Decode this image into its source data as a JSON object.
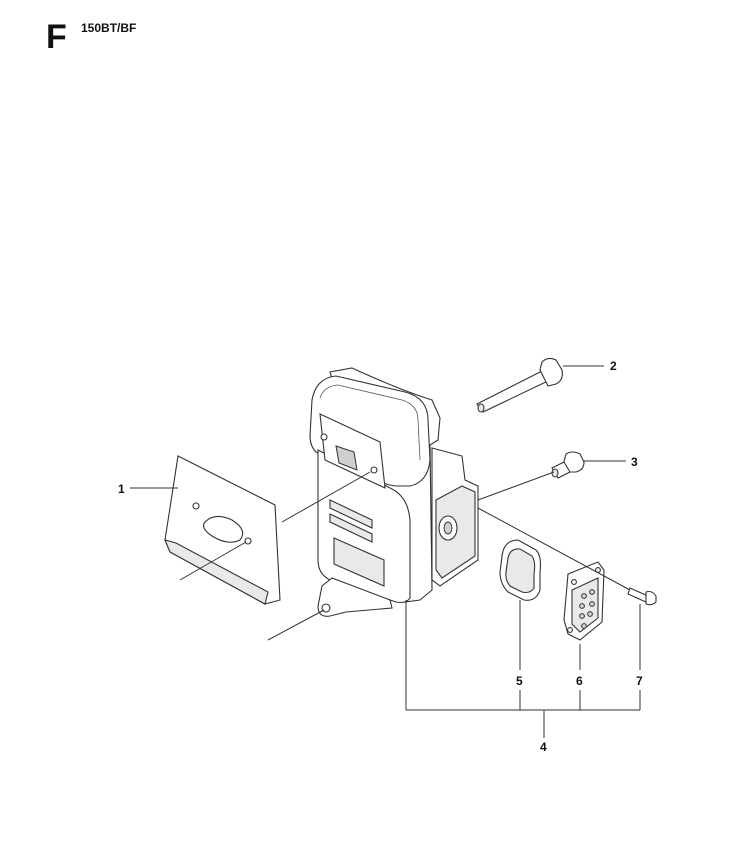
{
  "header": {
    "section_letter": "F",
    "model": "150BT/BF"
  },
  "callouts": [
    {
      "id": "1",
      "label": "1"
    },
    {
      "id": "2",
      "label": "2"
    },
    {
      "id": "3",
      "label": "3"
    },
    {
      "id": "4",
      "label": "4"
    },
    {
      "id": "5",
      "label": "5"
    },
    {
      "id": "6",
      "label": "6"
    },
    {
      "id": "7",
      "label": "7"
    }
  ],
  "colors": {
    "line": "#333333",
    "fill": "#ffffff",
    "shade": "#e9e9e9"
  }
}
